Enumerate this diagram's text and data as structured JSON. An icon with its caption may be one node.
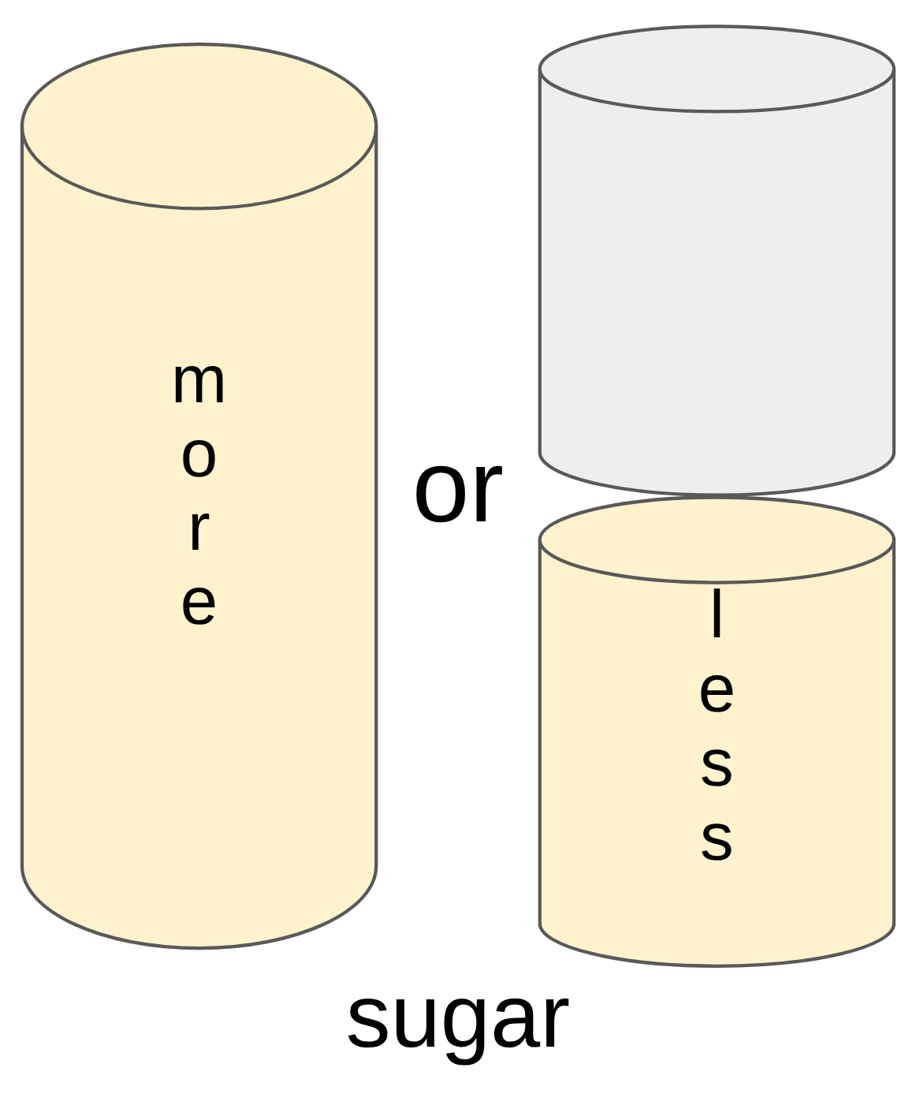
{
  "diagram": {
    "caption": "sugar",
    "nodes": [
      {
        "text": [
          "m o r e"
        ]
      },
      {
        "text": [],
        "shape": "cylinder"
      },
      {
        "text": [
          "l e s s"
        ]
      }
    ],
    "labels": [
      "or"
    ]
  }
}
